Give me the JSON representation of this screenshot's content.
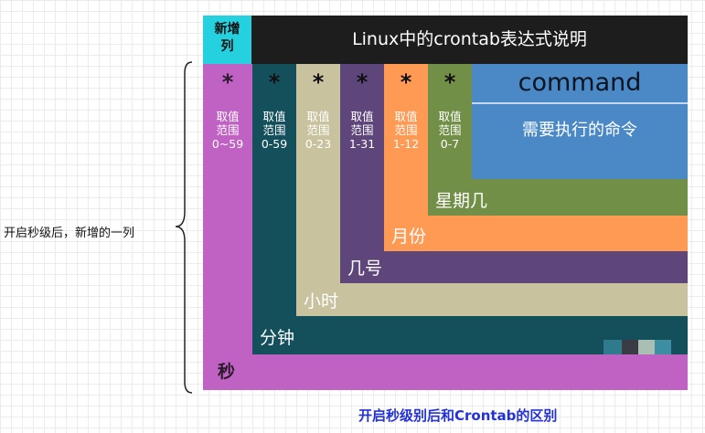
{
  "new_column": {
    "header": "新增\n列",
    "star": "*",
    "range": "取值\n范围\n0~59",
    "label": "秒"
  },
  "title": "Linux中的crontab表达式说明",
  "fields": [
    {
      "star": "*",
      "range": "取值\n范围\n0-59",
      "label": "分钟"
    },
    {
      "star": "*",
      "range": "取值\n范围\n0-23",
      "label": "小时"
    },
    {
      "star": "*",
      "range": "取值\n范围\n1-31",
      "label": "几号"
    },
    {
      "star": "*",
      "range": "取值\n范围\n1-12",
      "label": "月份"
    },
    {
      "star": "*",
      "range": "取值\n范围\n0-7",
      "label": "星期几"
    }
  ],
  "command": {
    "title": "command",
    "desc": "需要执行的命令"
  },
  "annotation": "开启秒级后，新增的一列",
  "caption": "开启秒级别后和Crontab的区别",
  "colors": {
    "seconds": "#c062c4",
    "minutes": "#144f5c",
    "hours": "#c8c29f",
    "days": "#5f467a",
    "months": "#ff9a55",
    "weekday": "#728f47",
    "command": "#4a88c6",
    "title_bar": "#1d1d1d",
    "new_header": "#25d0df",
    "caption": "#2332d8"
  }
}
